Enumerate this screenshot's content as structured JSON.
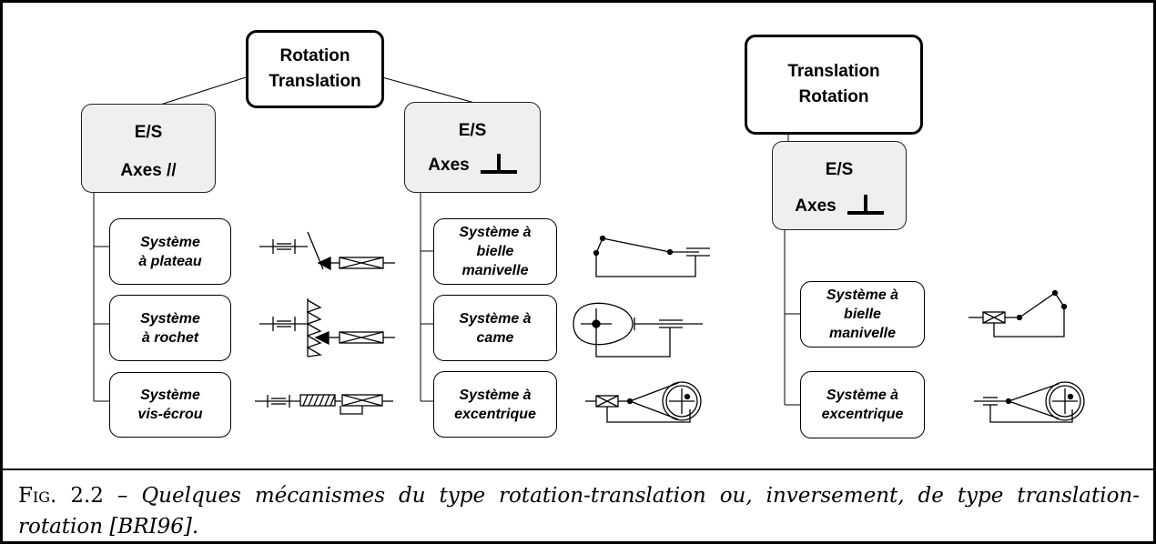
{
  "figure": {
    "roots": [
      {
        "lines": [
          "Rotation",
          "Translation"
        ]
      },
      {
        "lines": [
          "Translation",
          "Rotation"
        ]
      }
    ],
    "es_boxes": [
      {
        "label": "E/S",
        "axes": "Axes //"
      },
      {
        "label": "E/S",
        "axes": "Axes"
      },
      {
        "label": "E/S",
        "axes": "Axes"
      }
    ],
    "systems": [
      {
        "lines": [
          "Système",
          "à plateau"
        ]
      },
      {
        "lines": [
          "Système",
          "à rochet"
        ]
      },
      {
        "lines": [
          "Système",
          "vis-écrou"
        ]
      },
      {
        "lines": [
          "Système à",
          "bielle",
          "manivelle"
        ]
      },
      {
        "lines": [
          "Système à",
          "came"
        ]
      },
      {
        "lines": [
          "Système à",
          "excentrique"
        ]
      },
      {
        "lines": [
          "Système à",
          "bielle",
          "manivelle"
        ]
      },
      {
        "lines": [
          "Système à",
          "excentrique"
        ]
      }
    ]
  },
  "caption": {
    "figure_label": "Fig. 2.2 –",
    "text": "Quelques mécanismes du type rotation-translation ou, inversement, de type translation-rotation [BRI96]."
  }
}
